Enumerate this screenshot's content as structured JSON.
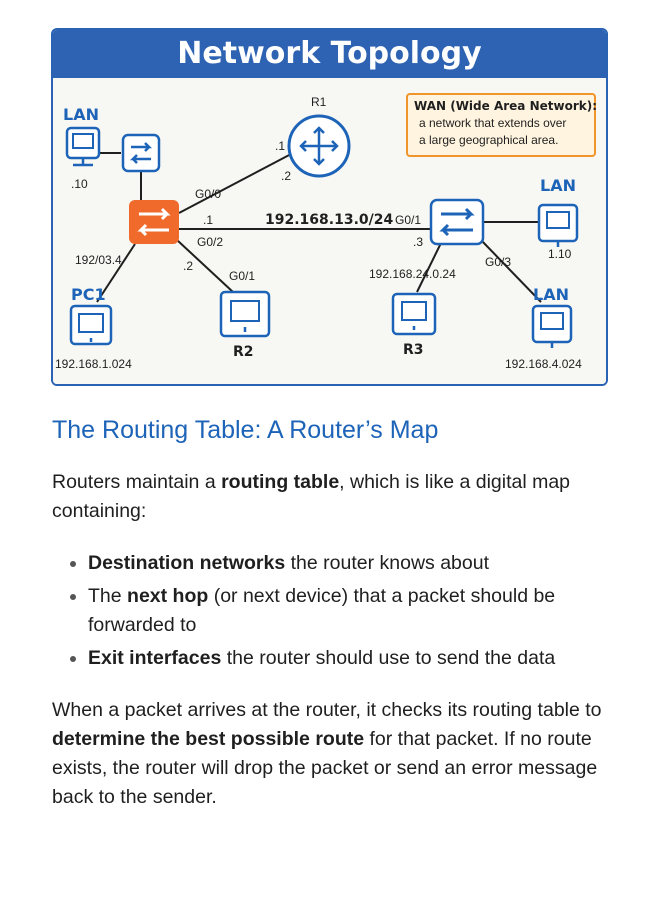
{
  "figure": {
    "title": "Network Topology",
    "wan_box": {
      "title": "WAN (Wide Area Network):",
      "lines": [
        "a network that extends over",
        "a large geographical area."
      ]
    },
    "labels": {
      "lan_top_left": "LAN",
      "lan_top_left_ip": ".10",
      "r1": "R1",
      "r1_link_1": ".1",
      "r1_link_2": ".2",
      "g00": "G0/0",
      "link1": ".1",
      "g02": "G0/2",
      "net_13": "192.168.13.0/24",
      "g01_right": "G0/1",
      "dot3": ".3",
      "lan_right_top": "LAN",
      "lan_right_top_ip": "1.10",
      "g03": "G0/3",
      "lan_right_bottom": "LAN",
      "net_24": "192.168.24.0.24",
      "net_left": "192/03.4",
      "dot2": ".2",
      "g01_mid": "G0/1",
      "pc1": "PC1",
      "pc1_ip": "192.168.1.024",
      "r2": "R2",
      "r3": "R3",
      "right_bottom_ip": "192.168.4.024"
    },
    "colors": {
      "header": "#2d63b2",
      "core_router": "#f06a2c",
      "device_blue": "#1d64b8",
      "wan_border": "#f0942c",
      "wan_fill": "#fff4df"
    },
    "icons": [
      "router-icon",
      "switch-icon",
      "computer-icon"
    ]
  },
  "section": {
    "title": "The Routing Table: A Router’s Map"
  },
  "intro": {
    "before": "Routers maintain a ",
    "bold": "routing table",
    "after": ", which is like a digital map containing:"
  },
  "bullets": [
    {
      "bold": "Destination networks",
      "text": " the router knows about"
    },
    {
      "pre": "The ",
      "bold": "next hop",
      "text": " (or next device) that a packet should be forwarded to"
    },
    {
      "bold": "Exit interfaces",
      "text": " the router should use to send the data"
    }
  ],
  "closing": {
    "before": "When a packet arrives at the router, it checks its routing table to ",
    "bold": "determine the best possible route",
    "after": " for that packet. If no route exists, the router will drop the packet or send an error message back to the sender."
  }
}
